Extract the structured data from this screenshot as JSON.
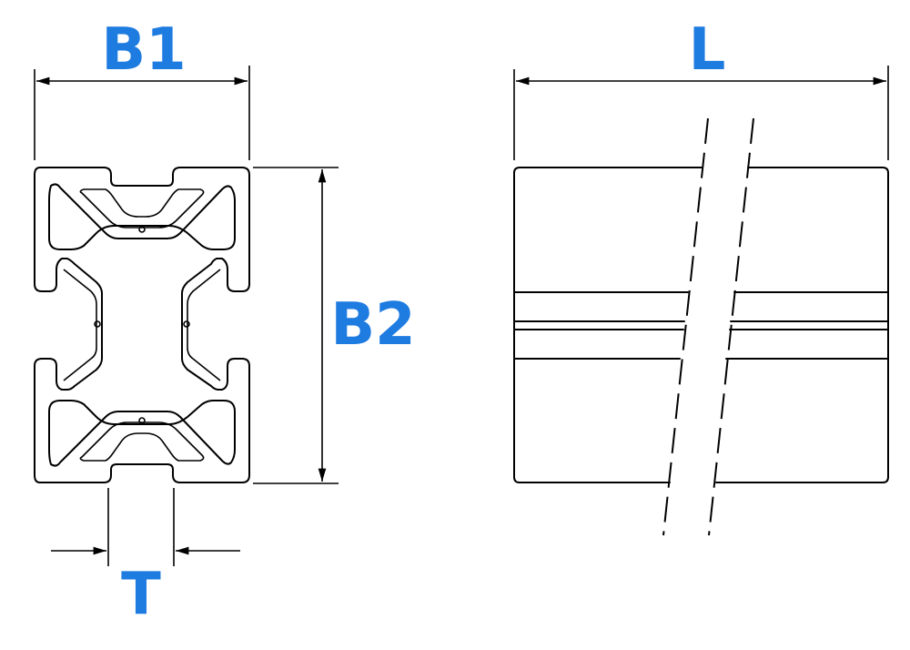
{
  "diagram": {
    "labels": {
      "width_b1": "B1",
      "height_b2": "B2",
      "slot_t": "T",
      "length_l": "L"
    },
    "label_color": "#1e7be0",
    "line_color": "#000000",
    "views": [
      "cross-section",
      "side-view"
    ]
  }
}
